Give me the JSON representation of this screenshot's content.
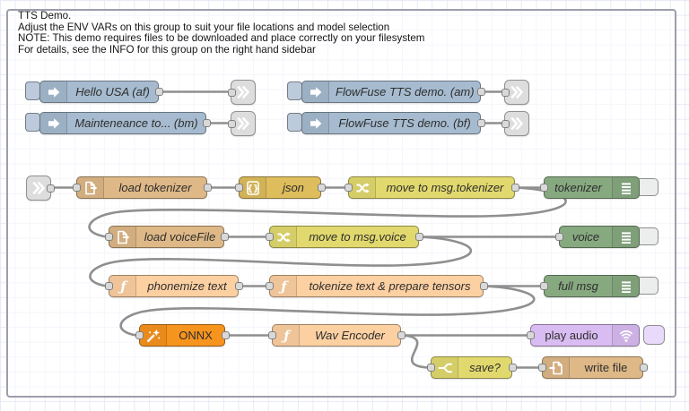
{
  "group": {
    "label_lines": [
      "TTS Demo.",
      "Adjust the ENV VARs on this group to suit your file locations and model selection",
      "NOTE: This demo requires files to be downloaded and place correctly on your filesystem",
      "For details, see the INFO for this group on the right hand sidebar"
    ]
  },
  "colors": {
    "inject": "#a6bbcf",
    "link": "#dddddd",
    "file": "#deb887",
    "json": "#debd5c",
    "change": "#e2d96e",
    "switch": "#e2d96e",
    "debug": "#87a980",
    "function": "#fdd0a2",
    "onnx": "#f7941e",
    "play_audio": "#d9bcf2",
    "wire": "#8f8f8f"
  },
  "nodes": {
    "inject_hello": {
      "label": "Hello USA (af)",
      "type": "inject"
    },
    "inject_maintenance": {
      "label": "Mainteneance to... (bm)",
      "type": "inject"
    },
    "inject_tts_am": {
      "label": "FlowFuse TTS demo. (am)",
      "type": "inject"
    },
    "inject_tts_bf": {
      "label": "FlowFuse TTS demo. (bf)",
      "type": "inject"
    },
    "load_tokenizer": {
      "label": "load tokenizer",
      "type": "file-in"
    },
    "json": {
      "label": "json",
      "type": "json"
    },
    "move_to_msg_tokenizer": {
      "label": "move to msg.tokenizer",
      "type": "change"
    },
    "tokenizer": {
      "label": "tokenizer",
      "type": "debug"
    },
    "load_voicefile": {
      "label": "load voiceFile",
      "type": "file-in"
    },
    "move_to_msg_voice": {
      "label": "move to msg.voice",
      "type": "change"
    },
    "voice": {
      "label": "voice",
      "type": "debug"
    },
    "phonemize_text": {
      "label": "phonemize text",
      "type": "function"
    },
    "tokenize_text": {
      "label": "tokenize text & prepare tensors",
      "type": "function"
    },
    "full_msg": {
      "label": "full msg",
      "type": "debug"
    },
    "onnx": {
      "label": "ONNX",
      "type": "onnx"
    },
    "wav_encoder": {
      "label": "Wav Encoder",
      "type": "function"
    },
    "play_audio": {
      "label": "play audio",
      "type": "play-audio"
    },
    "save": {
      "label": "save?",
      "type": "switch"
    },
    "write_file": {
      "label": "write file",
      "type": "file-out"
    }
  }
}
